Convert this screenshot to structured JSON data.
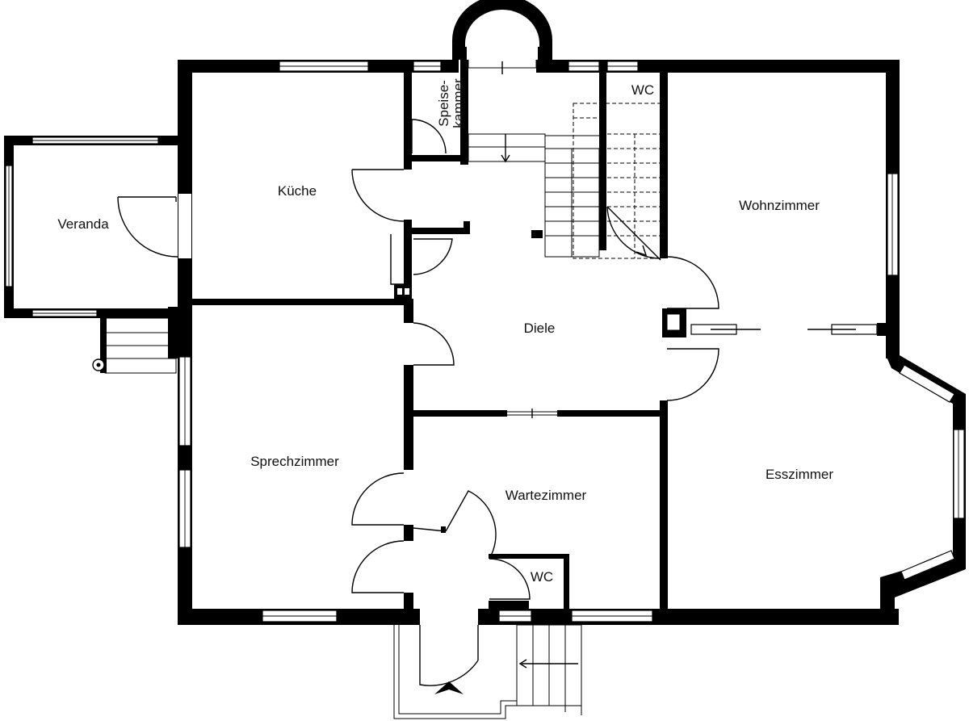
{
  "rooms": {
    "veranda": "Veranda",
    "kueche": "Küche",
    "speisekammer_line1": "Speise-",
    "speisekammer_line2": "kammer",
    "wc_top": "WC",
    "wohnzimmer": "Wohnzimmer",
    "diele": "Diele",
    "sprechzimmer": "Sprechzimmer",
    "wartezimmer": "Wartezimmer",
    "wc_bottom": "WC",
    "esszimmer": "Esszimmer"
  },
  "colors": {
    "wall": "#000000",
    "background": "#ffffff"
  },
  "icons": {
    "entrance": "entrance-arrow-icon"
  }
}
